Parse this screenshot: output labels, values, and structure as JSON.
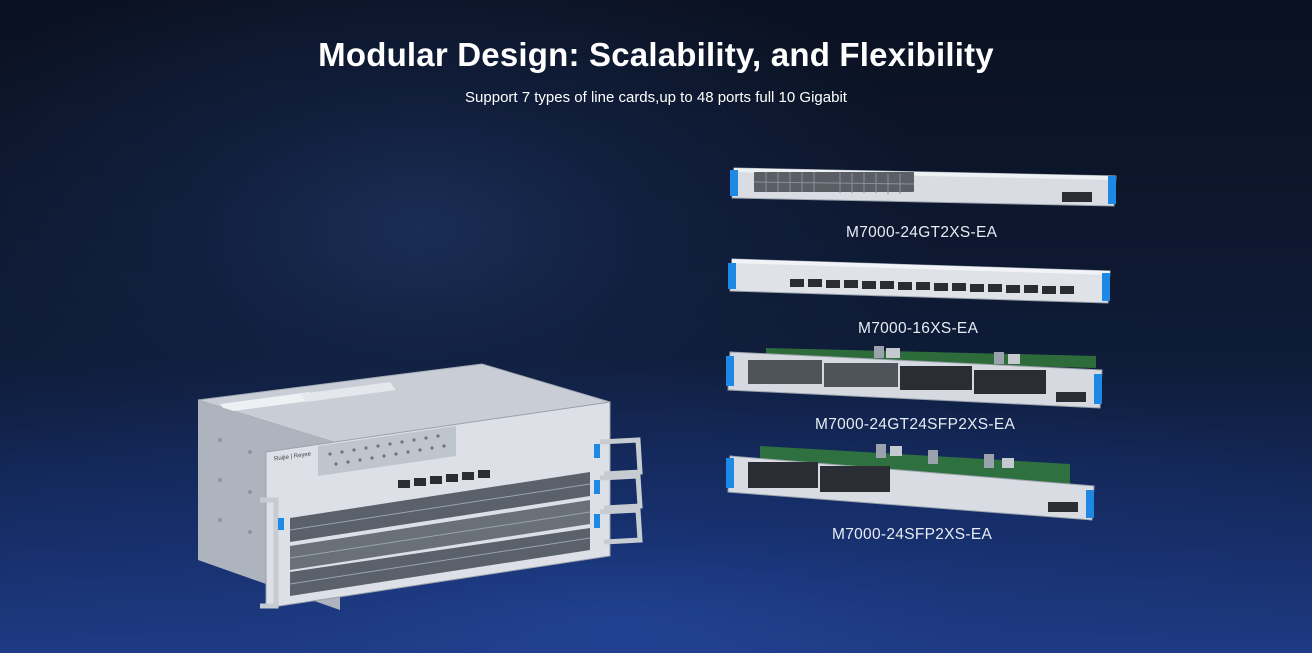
{
  "header": {
    "title": "Modular Design: Scalability, and Flexibility",
    "subtitle": "Support 7 types of line cards,up to 48 ports full 10 Gigabit"
  },
  "chassis": {
    "brand_text": "Ruijie | Reyee"
  },
  "line_cards": [
    {
      "label": "M7000-24GT2XS-EA"
    },
    {
      "label": "M7000-16XS-EA"
    },
    {
      "label": "M7000-24GT24SFP2XS-EA"
    },
    {
      "label": "M7000-24SFP2XS-EA"
    }
  ],
  "colors": {
    "background": "#0b1326",
    "accent_blue": "#1e88e5",
    "text": "#ffffff"
  }
}
